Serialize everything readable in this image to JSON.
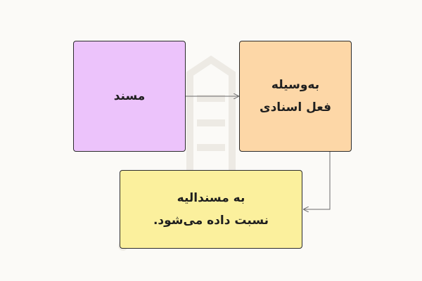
{
  "nodes": {
    "musnad": {
      "label": "مسند",
      "fill": "#ecc3fb"
    },
    "fel_esnadi": {
      "label": "به‌وسیله\nفعل اسنادی",
      "fill": "#fdd7a7"
    },
    "musnadileh": {
      "label": "به مسندالیه\nنسبت داده می‌شود.",
      "fill": "#fbf09d"
    }
  },
  "colors": {
    "background": "#fbfaf7",
    "border": "#2b2b2b",
    "arrow": "#6b6b6b",
    "watermark": "#ece9e2"
  }
}
